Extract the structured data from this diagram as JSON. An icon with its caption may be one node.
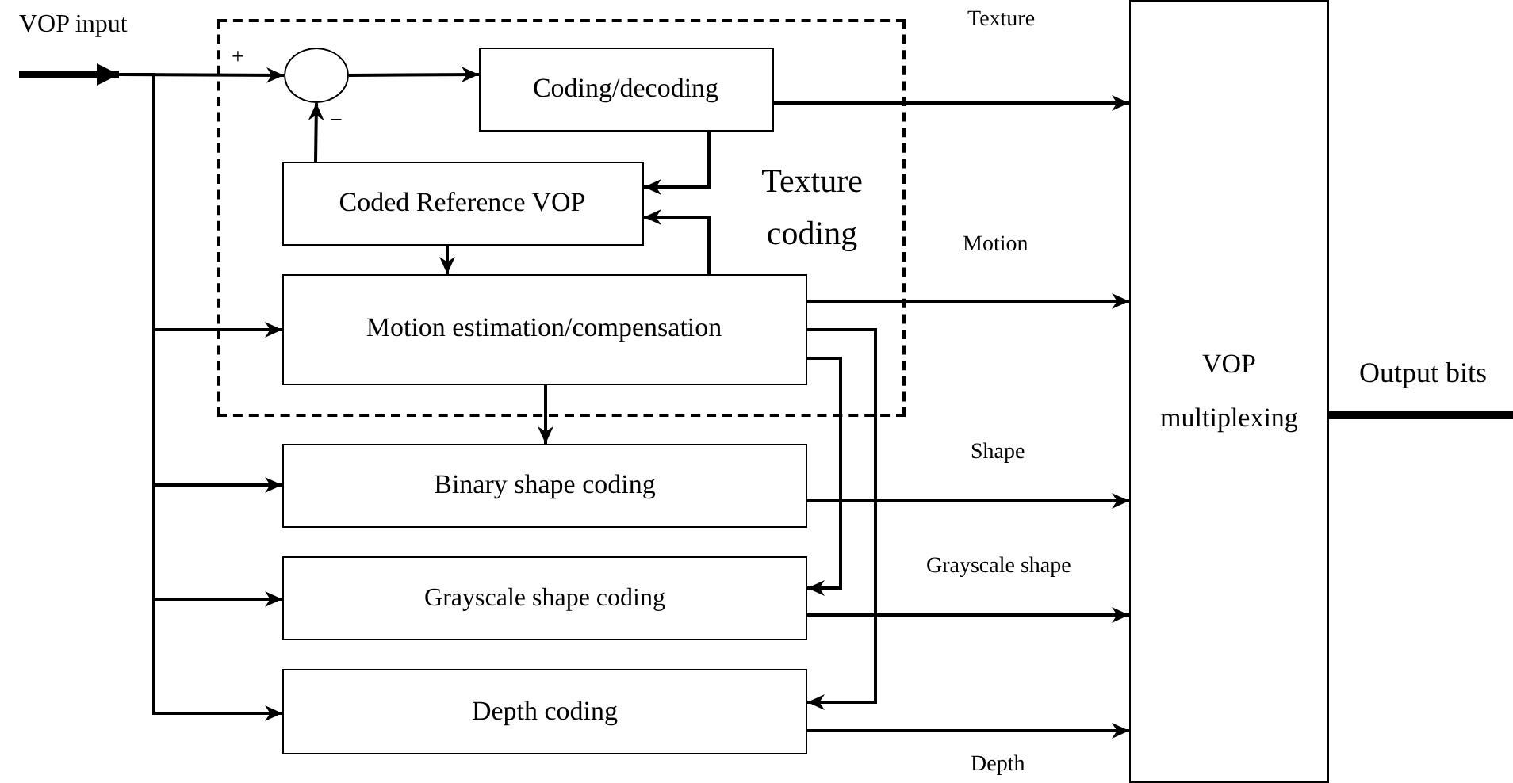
{
  "diagram": {
    "nodes": [
      {
        "text": [
          "Texture coding"
        ]
      },
      {
        "text": [],
        "shape": "circle",
        "in": 0
      },
      {
        "text": [
          "Coding/decoding"
        ],
        "in": 0
      },
      {
        "text": [
          "Coded Reference VOP"
        ],
        "in": 0
      },
      {
        "text": [
          "Motion estimation/compensation"
        ],
        "in": 0
      },
      {
        "text": [
          "Binary shape coding"
        ]
      },
      {
        "text": [
          "Grayscale shape coding"
        ]
      },
      {
        "text": [
          "Depth coding"
        ]
      },
      {
        "text": [
          "VOP multiplexing"
        ]
      }
    ],
    "edges": [
      {
        "from": null,
        "to": 1,
        "arrow": "to"
      },
      {
        "from": null,
        "to": 4,
        "arrow": "to"
      },
      {
        "from": null,
        "to": 5,
        "arrow": "to"
      },
      {
        "from": null,
        "to": 6,
        "arrow": "to"
      },
      {
        "from": null,
        "to": 7,
        "arrow": "to"
      },
      {
        "from": 1,
        "to": 2,
        "arrow": "to"
      },
      {
        "from": 3,
        "to": 1,
        "arrow": "to"
      },
      {
        "from": 2,
        "to": 3,
        "arrow": "to"
      },
      {
        "from": 4,
        "to": 3,
        "arrow": "to"
      },
      {
        "from": 3,
        "to": 4,
        "arrow": "to"
      },
      {
        "from": 4,
        "to": 5,
        "arrow": "to"
      },
      {
        "from": 4,
        "to": 6,
        "arrow": "to"
      },
      {
        "from": 4,
        "to": 7,
        "arrow": "to"
      },
      {
        "from": 2,
        "to": 8,
        "label": "Texture",
        "arrow": "to"
      },
      {
        "from": 4,
        "to": 8,
        "label": "Motion",
        "arrow": "to"
      },
      {
        "from": 5,
        "to": 8,
        "label": "Shape",
        "arrow": "to"
      },
      {
        "from": 6,
        "to": 8,
        "label": "Grayscale shape",
        "arrow": "to"
      },
      {
        "from": 7,
        "to": 8,
        "label": "Depth",
        "arrow": "to"
      },
      {
        "from": 8,
        "to": null,
        "label": "Output bits",
        "arrow": "none",
        "style": "thick"
      }
    ],
    "labels": [
      "VOP input",
      "+",
      "−"
    ]
  }
}
